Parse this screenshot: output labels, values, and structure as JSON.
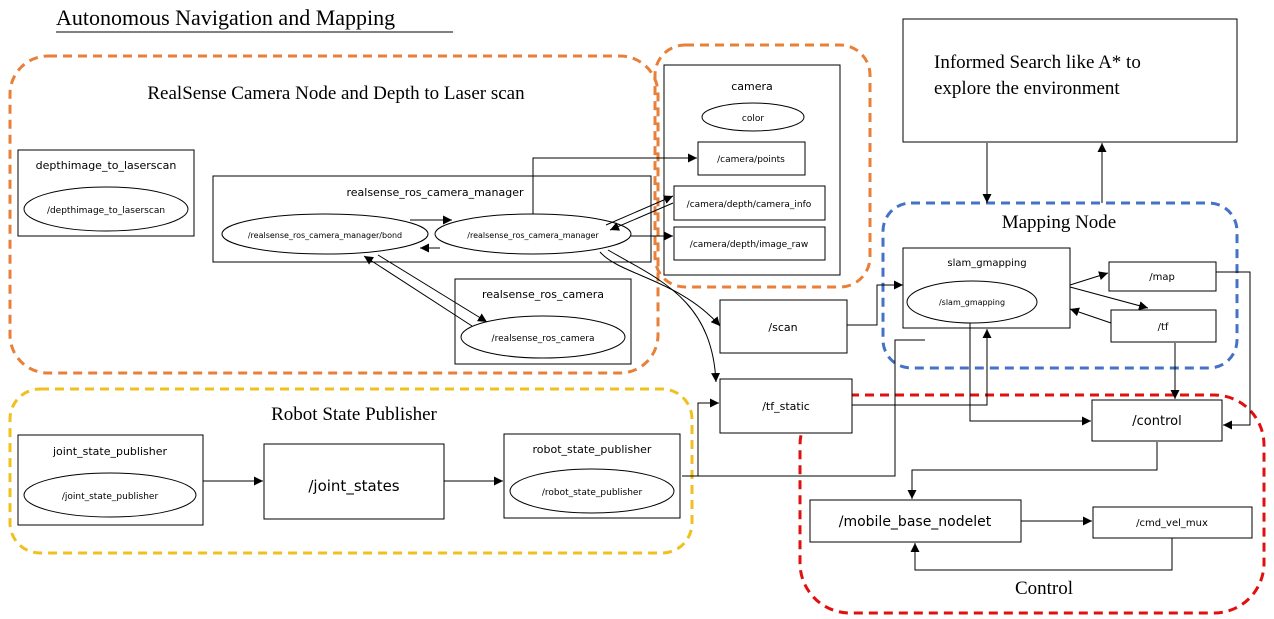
{
  "title": "Autonomous Navigation and Mapping",
  "colors": {
    "orange_group": "#e8803a",
    "yellow_group": "#f0c020",
    "blue_group": "#4472c4",
    "red_group": "#e01010"
  },
  "groups": {
    "realsense": "RealSense Camera Node and Depth to Laser scan",
    "robot_state": "Robot State Publisher",
    "mapping": "Mapping Node",
    "control": "Control"
  },
  "planner": {
    "line1": "Informed Search like A* to",
    "line2": "explore the environment"
  },
  "nodes": {
    "depthimage_cluster": "depthimage_to_laserscan",
    "depthimage_node": "/depthimage_to_laserscan",
    "manager_cluster": "realsense_ros_camera_manager",
    "manager_bond": "/realsense_ros_camera_manager/bond",
    "manager_node": "/realsense_ros_camera_manager",
    "camera_cluster": "realsense_ros_camera",
    "camera_node": "/realsense_ros_camera",
    "camera_ns": "camera",
    "color": "color",
    "camera_points": "/camera/points",
    "camera_info": "/camera/depth/camera_info",
    "image_raw": "/camera/depth/image_raw",
    "scan": "/scan",
    "tf_static": "/tf_static",
    "slam_cluster": "slam_gmapping",
    "slam_node": "/slam_gmapping",
    "map": "/map",
    "tf": "/tf",
    "control": "/control",
    "jsp_cluster": "joint_state_publisher",
    "jsp_node": "/joint_state_publisher",
    "joint_states": "/joint_states",
    "rsp_cluster": "robot_state_publisher",
    "rsp_node": "/robot_state_publisher",
    "mobile_base": "/mobile_base_nodelet",
    "cmd_vel_mux": "/cmd_vel_mux"
  }
}
